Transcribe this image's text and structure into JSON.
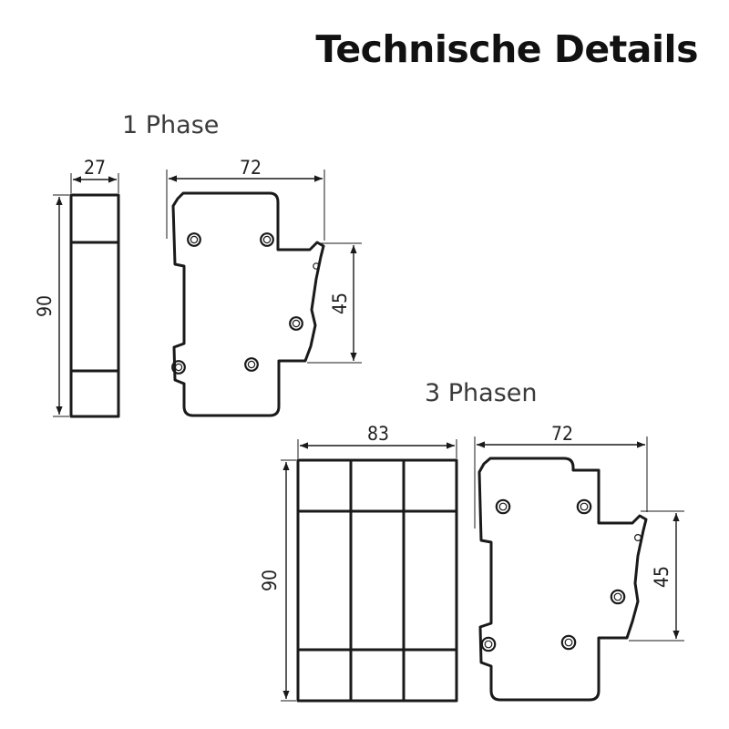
{
  "title": "Technische Details",
  "section_1": {
    "label": "1 Phase",
    "dim_width_front": "27",
    "dim_width_side": "72",
    "dim_height": "90",
    "dim_mid": "45"
  },
  "section_3": {
    "label": "3 Phasen",
    "dim_width_front": "83",
    "dim_width_side": "72",
    "dim_height": "90",
    "dim_mid": "45"
  },
  "colors": {
    "line": "#1a1a1a",
    "text": "#222222",
    "background": "#ffffff"
  }
}
